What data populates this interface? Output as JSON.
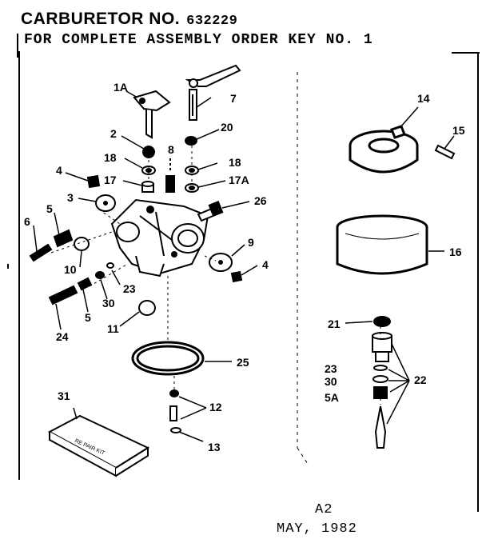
{
  "header": {
    "title": "CARBURETOR NO.",
    "number": "632229",
    "subtitle": "FOR COMPLETE ASSEMBLY ORDER KEY NO. 1"
  },
  "labels": {
    "l1a": "1A",
    "l7": "7",
    "l2": "2",
    "l20": "20",
    "l8": "8",
    "l18a": "18",
    "l18b": "18",
    "l17": "17",
    "l17a": "17A",
    "l4a": "4",
    "l3": "3",
    "l26": "26",
    "l6": "6",
    "l5a": "5",
    "l9": "9",
    "l10": "10",
    "l4b": "4",
    "l23a": "23",
    "l30a": "30",
    "l5b": "5",
    "l11": "11",
    "l24": "24",
    "l25": "25",
    "l31": "31",
    "l12": "12",
    "l13": "13",
    "l14": "14",
    "l15": "15",
    "l16": "16",
    "l21": "21",
    "l23b": "23",
    "l30b": "30",
    "l5A": "5A",
    "l22": "22"
  },
  "kit_label": "RE PAIR KIT",
  "footer": {
    "code": "A2",
    "date": "MAY, 1982"
  }
}
